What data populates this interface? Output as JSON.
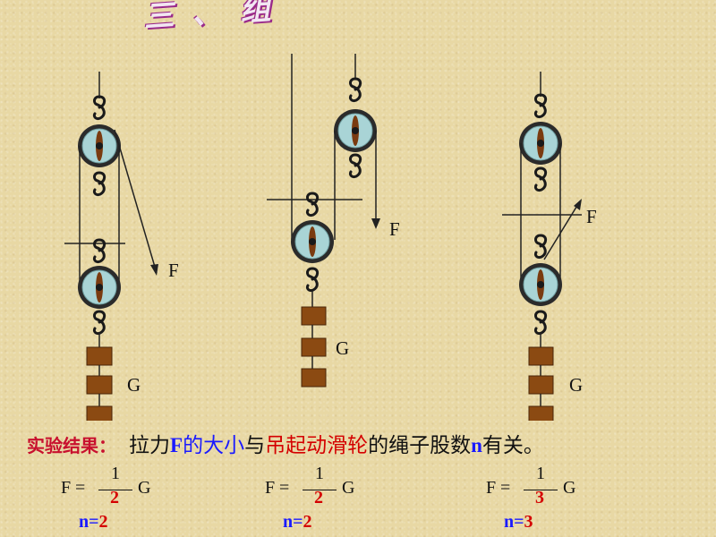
{
  "heading": "三、组",
  "setups": [
    {
      "force_label": "F",
      "load_label": "G"
    },
    {
      "force_label": "F",
      "load_label": "G"
    },
    {
      "force_label": "F",
      "load_label": "G"
    }
  ],
  "result": {
    "title": "实验结果：",
    "parts": [
      "拉力",
      "F",
      "的大小",
      "与",
      "吊起",
      "动滑轮",
      "的绳子股数",
      "n",
      "有关。"
    ]
  },
  "formulas": [
    {
      "lhs": "F",
      "eq": "=",
      "num": "1",
      "den": "2",
      "rhs": "G",
      "n_label": "n=",
      "n_value": "2"
    },
    {
      "lhs": "F",
      "eq": "=",
      "num": "1",
      "den": "2",
      "rhs": "G",
      "n_label": "n=",
      "n_value": "2"
    },
    {
      "lhs": "F",
      "eq": "=",
      "num": "1",
      "den": "3",
      "rhs": "G",
      "n_label": "n=",
      "n_value": "3"
    }
  ],
  "colors": {
    "background": "#e8d8a4",
    "pulley_outer": "#2b2b2b",
    "pulley_inner": "#a9d4d6",
    "weight": "#8b4a12",
    "title_red": "#c8102e",
    "accent_blue": "#1a1aff",
    "accent_red": "#d40000"
  }
}
